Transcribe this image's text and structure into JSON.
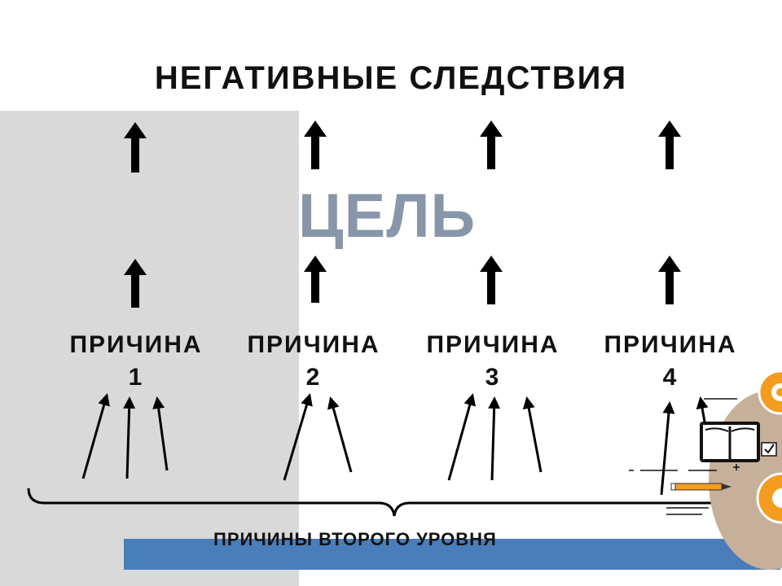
{
  "title": "НЕГАТИВНЫЕ СЛЕДСТВИЯ",
  "goal": "ЦЕЛЬ",
  "causes": [
    {
      "label": "ПРИЧИНА",
      "number": "1"
    },
    {
      "label": "ПРИЧИНА",
      "number": "2"
    },
    {
      "label": "ПРИЧИНА",
      "number": "3"
    },
    {
      "label": "ПРИЧИНА",
      "number": "4"
    }
  ],
  "bottom_label": "ПРИЧИНЫ ВТОРОГО УРОВНЯ",
  "colors": {
    "goal_text": "#8796a8",
    "gray_panel": "#d9d9d9",
    "blue_bar": "#4a7ebb",
    "arrow": "#000000"
  },
  "icons": [
    "book-icon",
    "gear-icon",
    "pencil-icon",
    "checkbox-icon"
  ]
}
